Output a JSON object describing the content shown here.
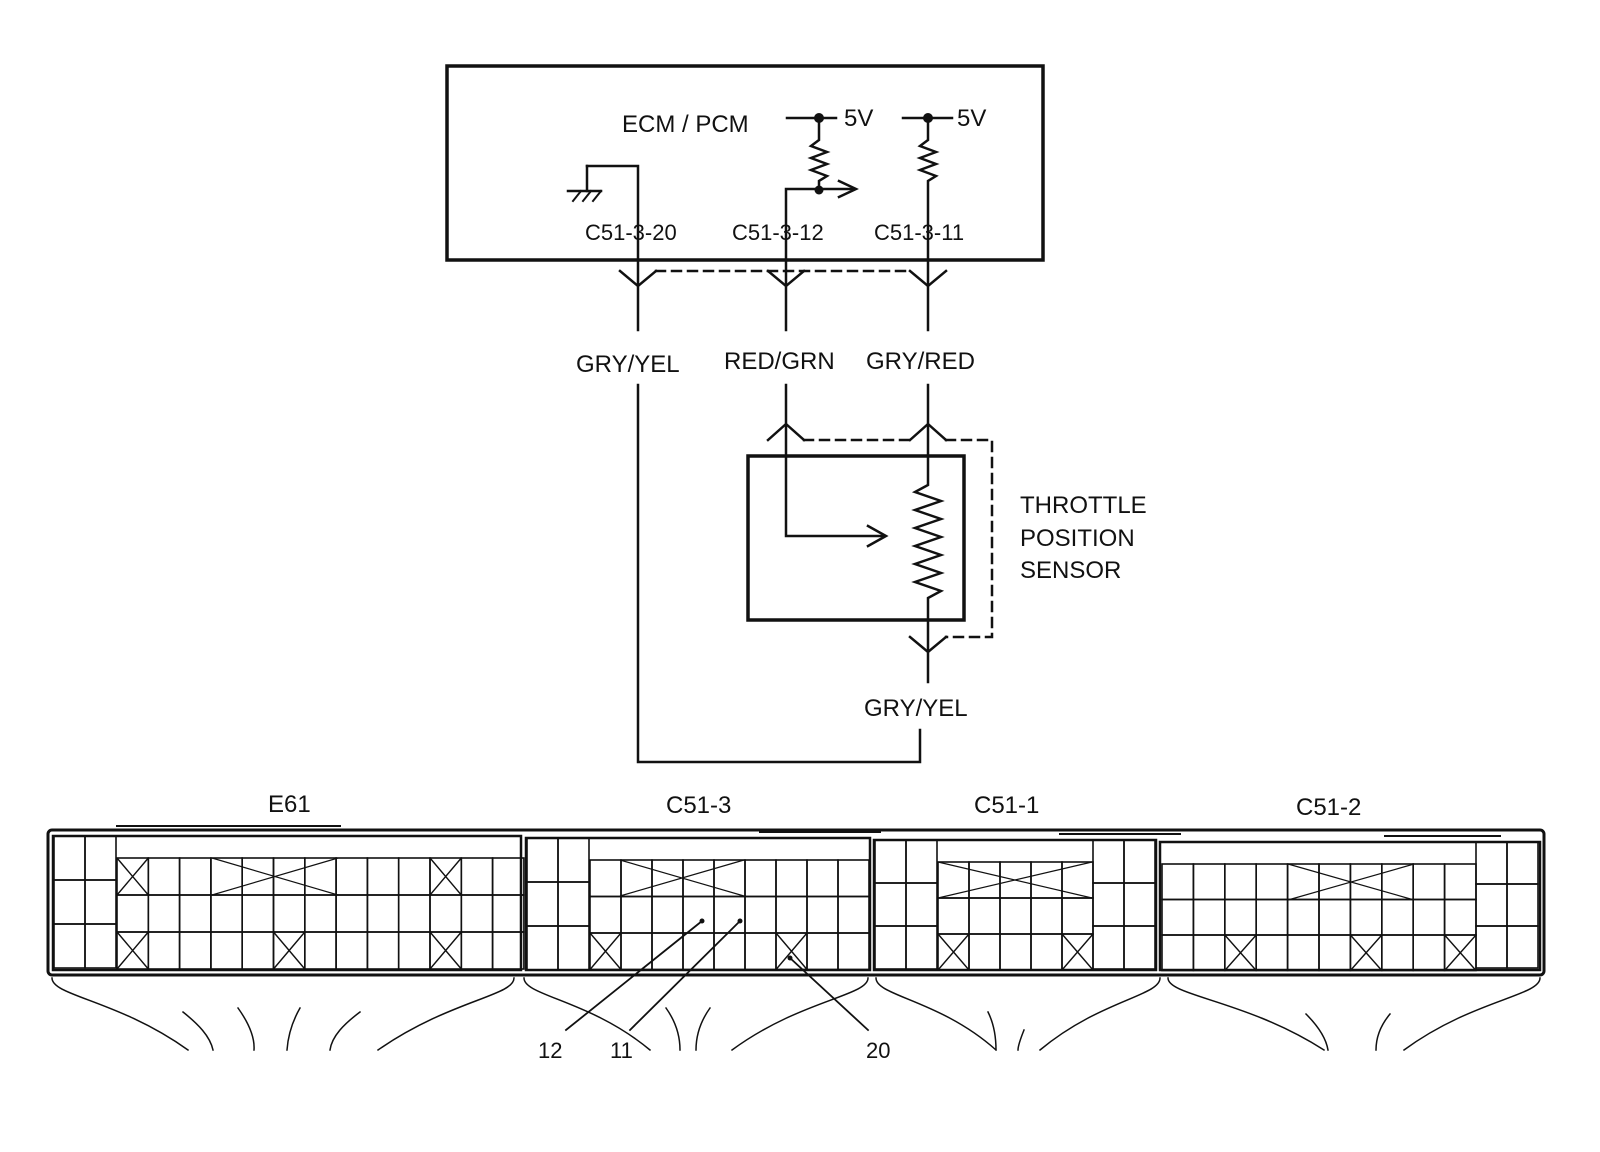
{
  "ecm": {
    "title": "ECM / PCM",
    "supply_a": "5V",
    "supply_b": "5V",
    "pins": [
      "C51-3-20",
      "C51-3-12",
      "C51-3-11"
    ]
  },
  "wires": {
    "ground": "GRY/YEL",
    "signal": "RED/GRN",
    "reference": "GRY/RED",
    "sensor_return": "GRY/YEL"
  },
  "sensor": {
    "lines": [
      "THROTTLE",
      "POSITION",
      "SENSOR"
    ]
  },
  "connectors": [
    "E61",
    "C51-3",
    "C51-1",
    "C51-2"
  ],
  "pin_callouts": [
    "12",
    "11",
    "20"
  ]
}
